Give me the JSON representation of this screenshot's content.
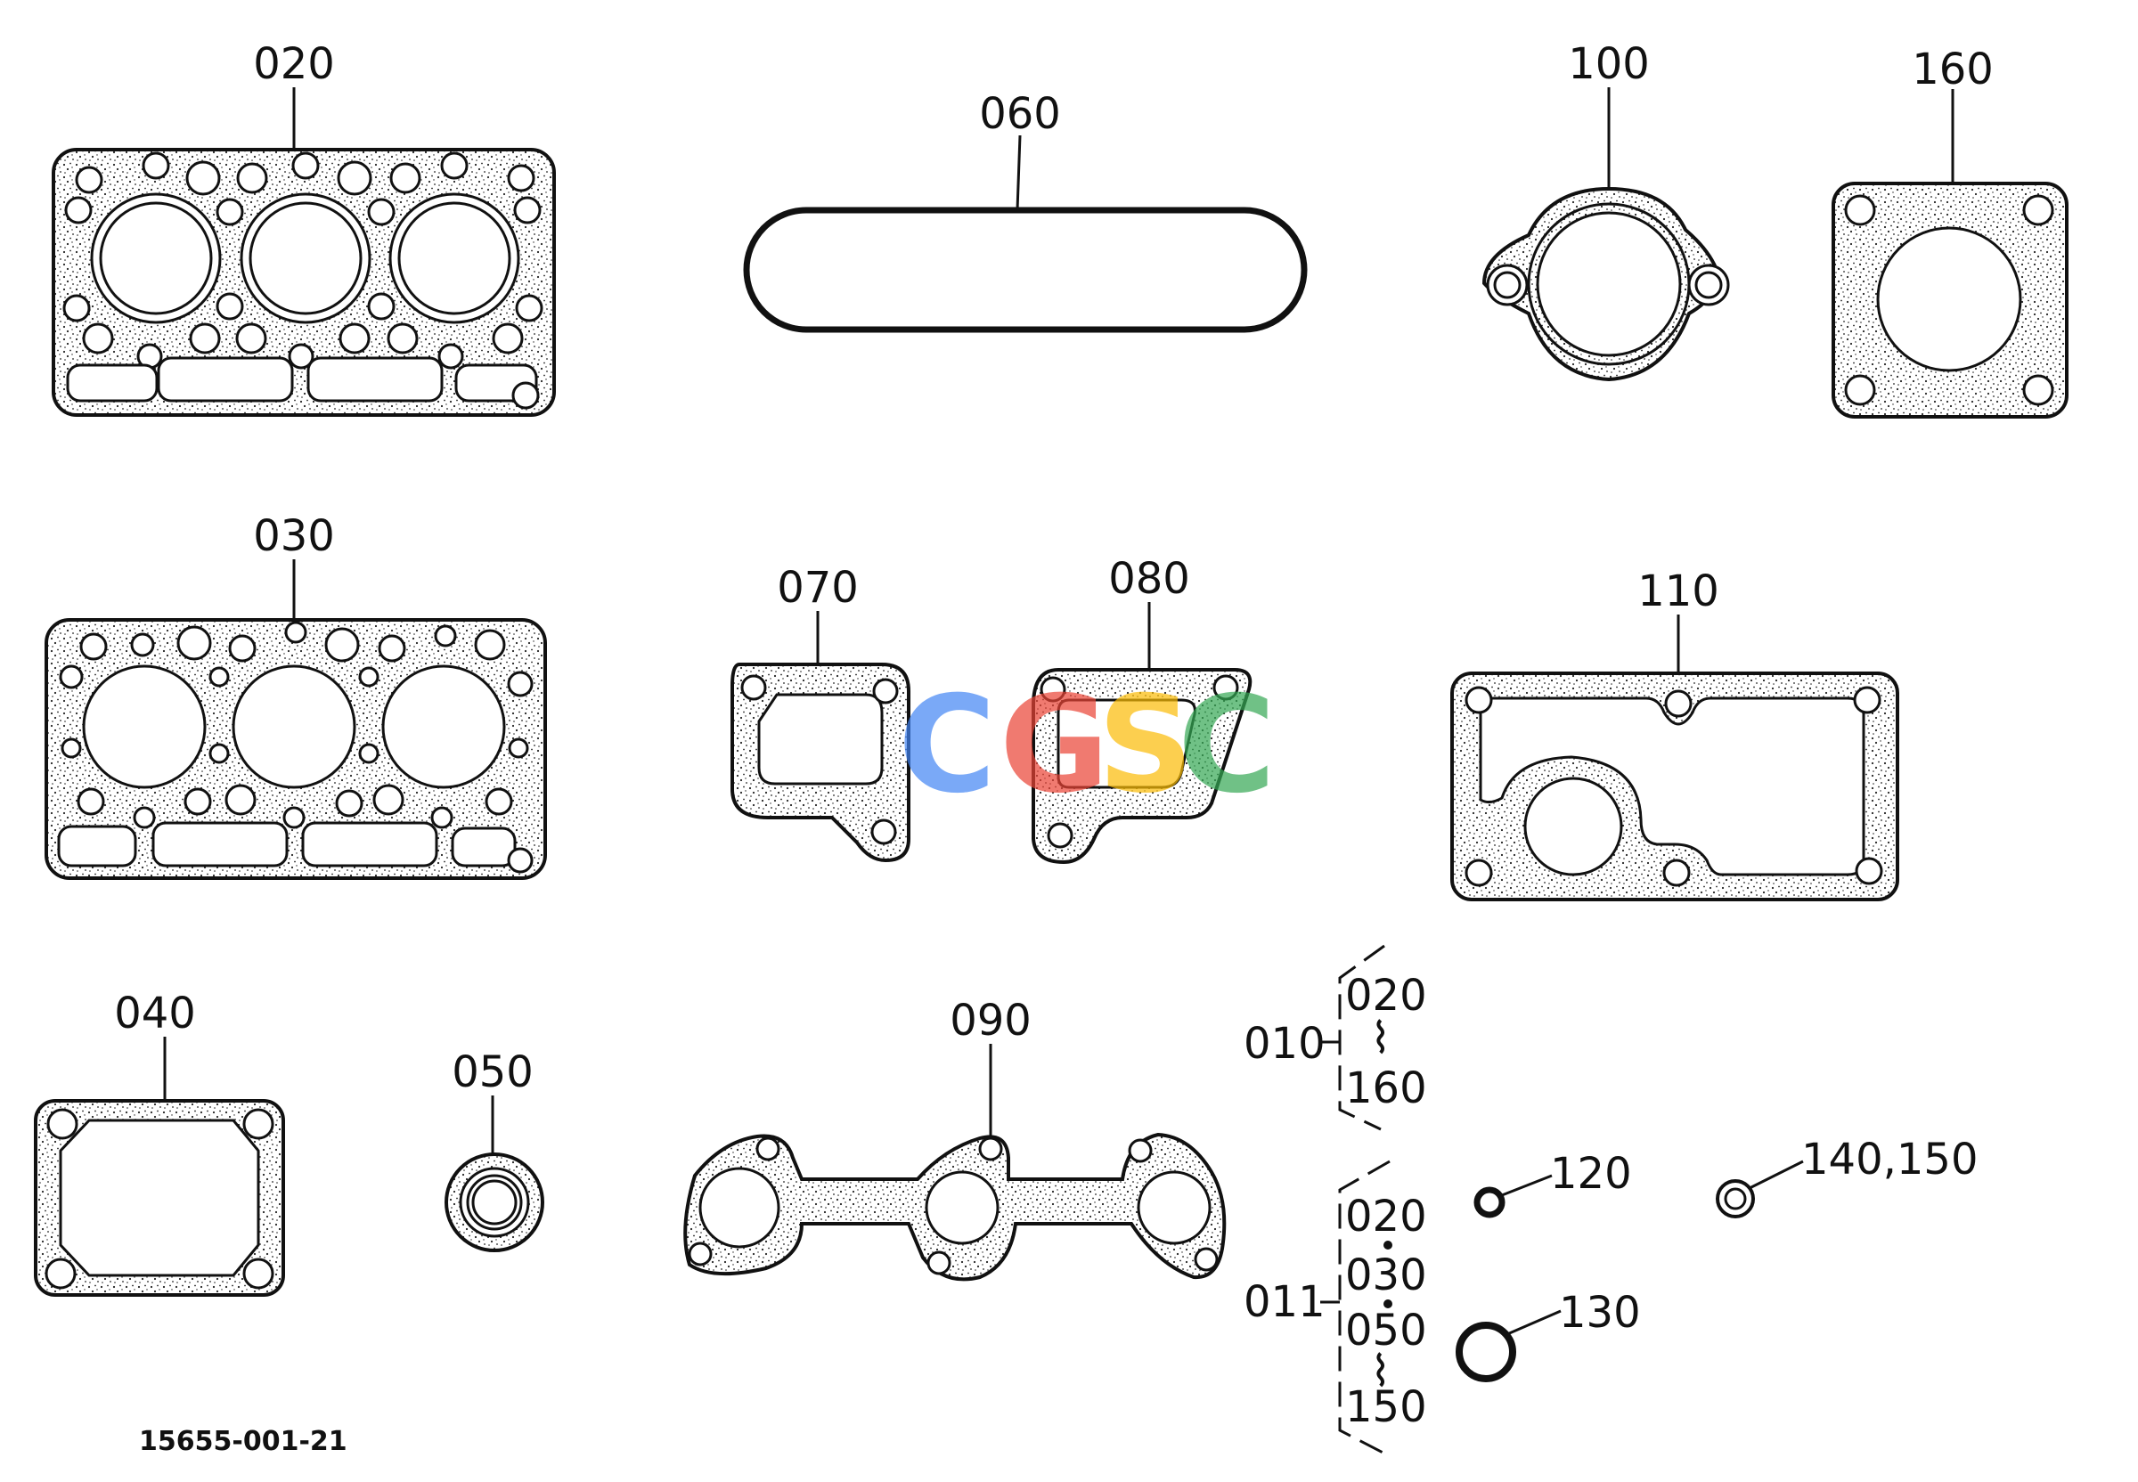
{
  "callouts": {
    "p020": "020",
    "p030": "030",
    "p040": "040",
    "p050": "050",
    "p060": "060",
    "p070": "070",
    "p080": "080",
    "p090": "090",
    "p100": "100",
    "p110": "110",
    "p120": "120",
    "p130": "130",
    "p140_150": "140,150",
    "p160": "160"
  },
  "kit_010": {
    "id": "010",
    "from": "020",
    "to": "160"
  },
  "kit_011": {
    "id": "011",
    "items": [
      "020",
      "030",
      "050"
    ],
    "to": "150"
  },
  "drawing_number": "15655-001-21",
  "watermark": {
    "letters": [
      "C",
      "G",
      "S",
      "C"
    ],
    "colors": [
      "#4285F4",
      "#EA4335",
      "#FBBC05",
      "#34A853"
    ]
  }
}
